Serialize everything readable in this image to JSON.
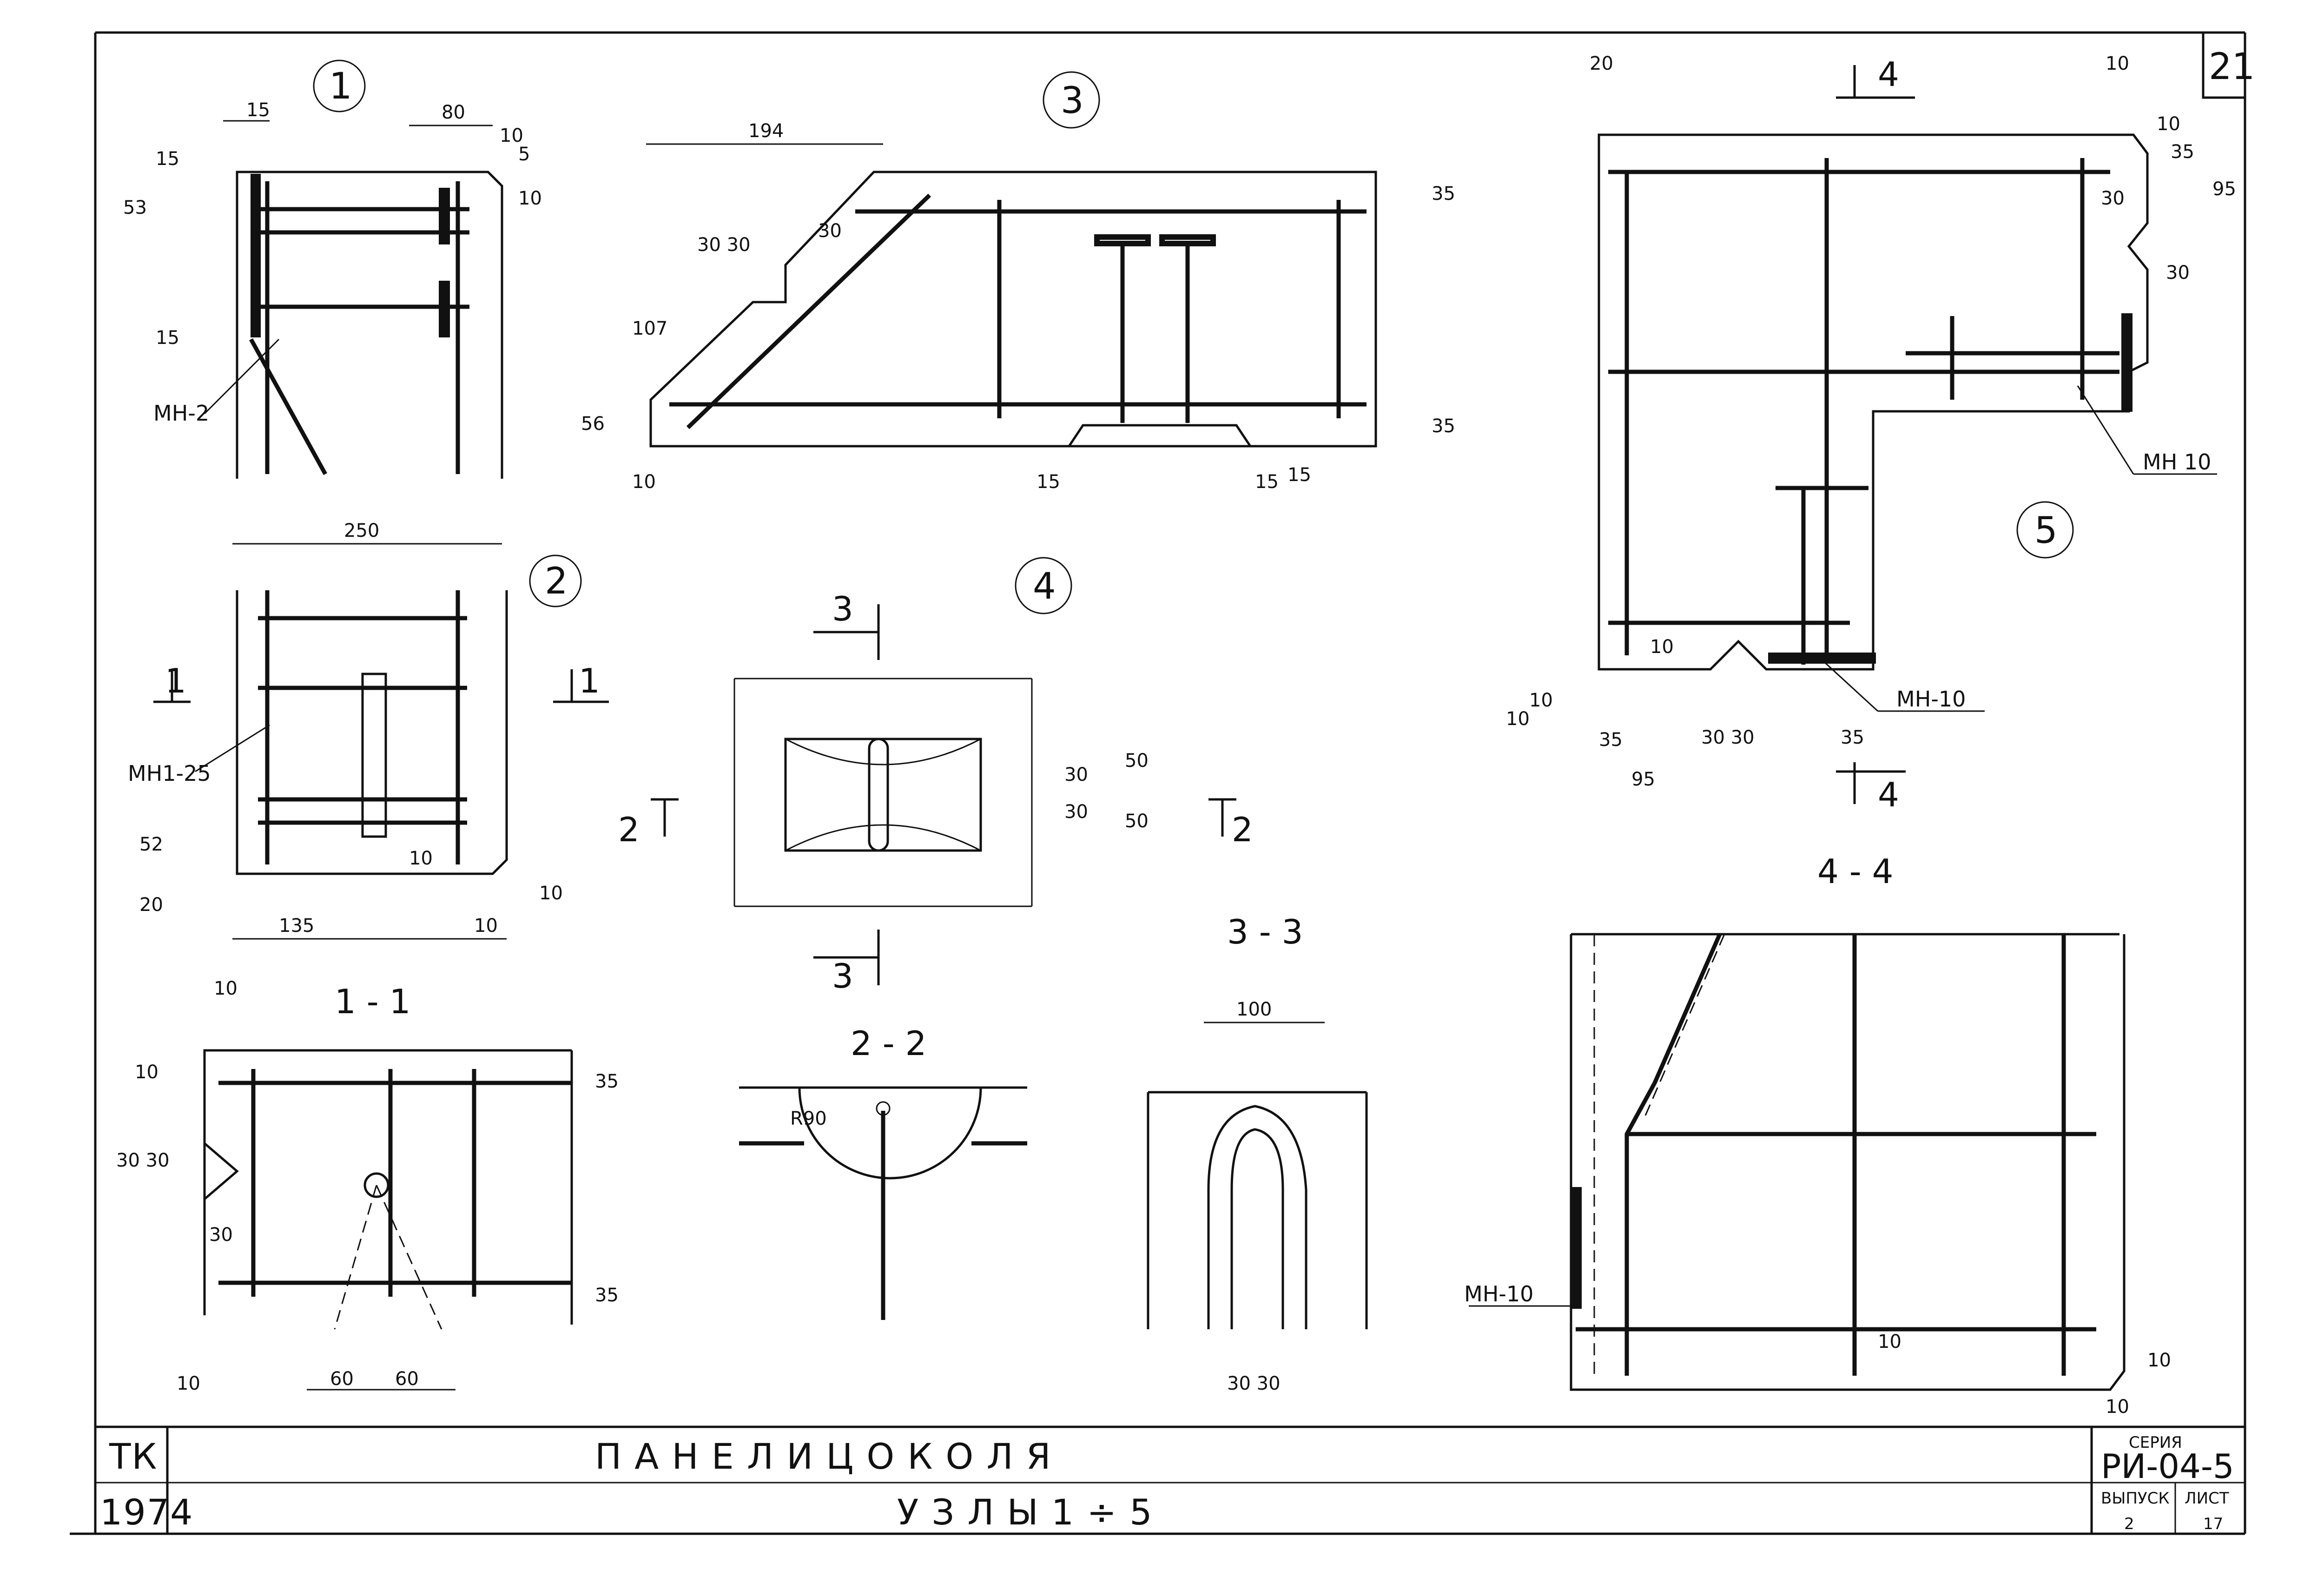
{
  "sheet_number": "21",
  "nodes": {
    "n1": "1",
    "n2": "2",
    "n3": "3",
    "n4": "4",
    "n5": "5"
  },
  "sections": {
    "s11": "1 - 1",
    "s22": "2 - 2",
    "s33": "3 - 3",
    "s44": "4 - 4"
  },
  "section_marks": {
    "m1": "1",
    "m2": "2",
    "m3": "3",
    "m4": "4"
  },
  "labels": {
    "mn2": "МН-2",
    "mn125": "МН1-25",
    "mn10_a": "МН 10",
    "mn10_b": "МН-10",
    "mn10_c": "МН-10",
    "r90": "R90"
  },
  "dims": {
    "n1": {
      "d15a": "15",
      "d80": "80",
      "d10a": "10",
      "d5": "5",
      "d10b": "10",
      "d15b": "15",
      "d53": "53",
      "d15c": "15",
      "d250": "250"
    },
    "n2": {
      "d52": "52",
      "d20": "20",
      "d10a": "10",
      "d135": "135",
      "d10b": "10",
      "d10c": "10"
    },
    "n3": {
      "d194": "194",
      "d107": "107",
      "d3030": "30 30",
      "d30": "30",
      "d56": "56",
      "d35a": "35",
      "d35b": "35",
      "d10": "10",
      "d15a": "15",
      "d15b": "15",
      "d15c": "15"
    },
    "n4": {
      "d30a": "30",
      "d30b": "30",
      "d50a": "50",
      "d50b": "50"
    },
    "n5": {
      "d20": "20",
      "d10a": "10",
      "d10b": "10",
      "d35c": "35",
      "d95a": "95",
      "d30a": "30",
      "d30b": "30",
      "d10c": "10",
      "d35a": "35",
      "d3030": "30 30",
      "d35b": "35",
      "d95b": "95",
      "d10d": "10",
      "d10e": "10"
    },
    "s11": {
      "d10a": "10",
      "d10b": "10",
      "d35a": "35",
      "d3030": "30 30",
      "d30": "30",
      "d35b": "35",
      "d10c": "10",
      "d60a": "60",
      "d60b": "60"
    },
    "s33": {
      "d100": "100",
      "d3030": "30 30"
    },
    "s44": {
      "d10a": "10",
      "d10b": "10",
      "d10c": "10"
    }
  },
  "title_block": {
    "org": "ТК",
    "year": "1974",
    "title": "П А Н Е Л И     Ц О К О Л Я",
    "subtitle": "У З Л Ы   1 ÷ 5",
    "series_label": "СЕРИЯ",
    "series": "РИ-04-5",
    "issue_label": "ВЫПУСК",
    "sheet_label": "ЛИСТ",
    "issue": "2",
    "sheet": "17"
  }
}
